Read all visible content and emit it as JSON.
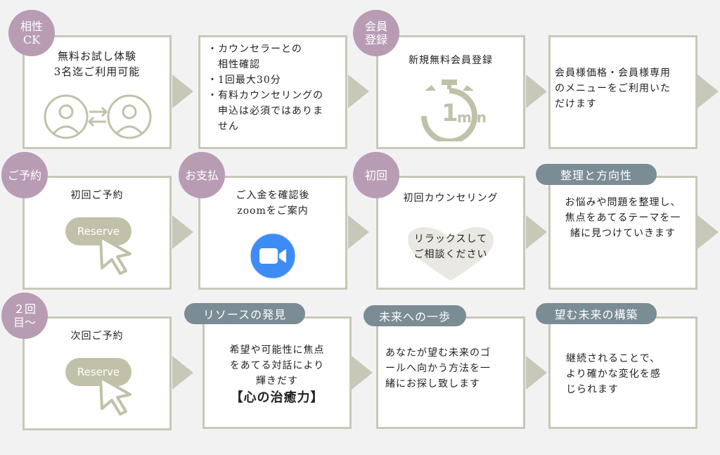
{
  "row1": {
    "step1": {
      "badge": "相性\nCK",
      "text": "無料お試し体験\n3名迄ご利用可能",
      "icon": "person-exchange-icon"
    },
    "step2": {
      "bullets": [
        "・カウンセラーとの\n　相性確認",
        "・1回最大30分",
        "・有料カウンセリングの\n　申込は必須ではありま\n　せん"
      ]
    },
    "step3": {
      "badge": "会員\n登録",
      "text": "新規無料会員登録",
      "icon": "stopwatch-icon",
      "icon_text": "1",
      "icon_unit": "min"
    },
    "step4": {
      "text": "会員様価格・会員様専用\nのメニューをご利用いた\nだけます"
    }
  },
  "row2": {
    "step1": {
      "badge": "ご予約",
      "text": "初回ご予約",
      "button": "Reserve",
      "icon": "cursor-arrow-icon"
    },
    "step2": {
      "badge": "お支払",
      "text": "ご入金を確認後\nzoomをご案内",
      "icon": "zoom-video-icon"
    },
    "step3": {
      "badge": "初回",
      "text": "初回カウンセリング",
      "heart_text": "リラックスして\nご相談ください",
      "icon": "heart-icon"
    },
    "step4": {
      "pill": "整理と方向性",
      "text": "お悩みや問題を整理し、\n焦点をあてるテーマを一\n緒に見つけていきます"
    }
  },
  "row3": {
    "step1": {
      "badge": "２回\n目～",
      "text": "次回ご予約",
      "button": "Reserve",
      "icon": "cursor-arrow-icon"
    },
    "step2": {
      "pill": "リソースの発見",
      "text": "希望や可能性に焦点\nをあてる対話により\n輝きだす",
      "emphasis": "【心の治癒力】"
    },
    "step3": {
      "pill": "未来への一歩",
      "text": "あなたが望む未来のゴ\nールへ向かう方法を一\n緒にお探し致します"
    },
    "step4": {
      "pill": "望む未来の構築",
      "text": "継続されることで、\nより確かな変化を感\nじられます"
    }
  },
  "colors": {
    "badge": "#b89cb4",
    "pill": "#7a8c94",
    "border": "#c8c8b8",
    "icon": "#c1c1a9",
    "zoom": "#3d8cf5"
  }
}
